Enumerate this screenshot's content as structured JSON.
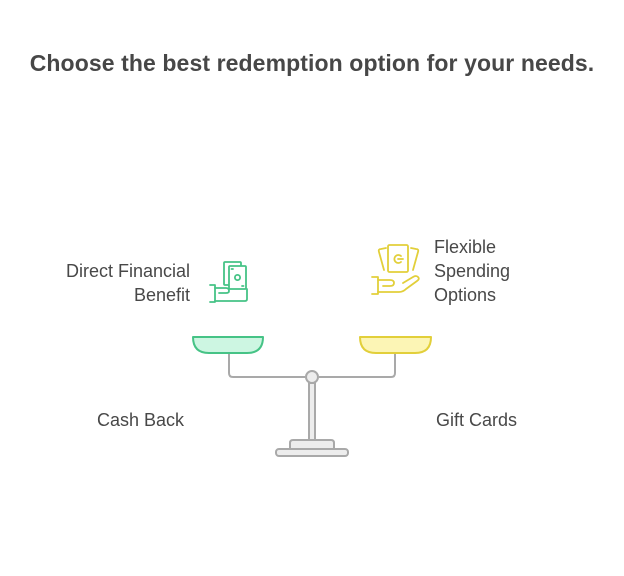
{
  "title": "Choose the best redemption option for your needs.",
  "left": {
    "option": "Cash Back",
    "benefit_lines": [
      "Direct Financial",
      "Benefit"
    ],
    "icon": "money-in-hand-icon",
    "color": "#46c386",
    "pan_fill": "#cdf6e2"
  },
  "right": {
    "option": "Gift Cards",
    "benefit_lines": [
      "Flexible",
      "Spending",
      "Options"
    ],
    "icon": "gift-cards-in-hand-icon",
    "color": "#e2cf3a",
    "pan_fill": "#fcf5b5"
  },
  "scale_color": "#a9a9a9"
}
